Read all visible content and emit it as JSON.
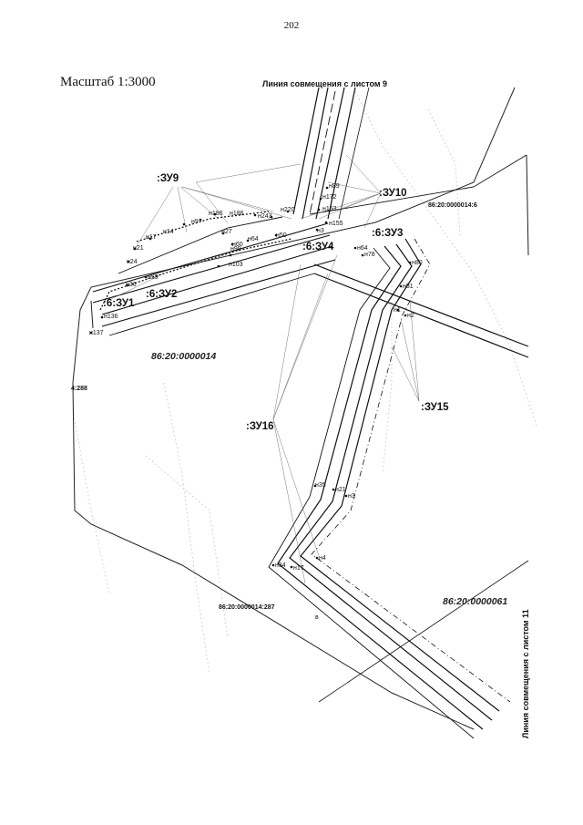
{
  "page_number": "202",
  "scale": "Масштаб 1:3000",
  "match_line_top": "Линия совмещения с листом 9",
  "match_line_right": "Линия совмещения с листом 11",
  "plot_labels": {
    "zu9": ":ЗУ9",
    "zu10": ":ЗУ10",
    "zu3": ":6:ЗУ3",
    "zu4": ":6:ЗУ4",
    "zu1": ":6:ЗУ1",
    "zu2": ":6:ЗУ2",
    "zu15": ":ЗУ15",
    "zu16": ":ЗУ16"
  },
  "quarters": {
    "q14": "86:20:0000014",
    "q61": "86:20:0000061"
  },
  "parcels": {
    "p6": "86:20:0000014:6",
    "p287": "86:20:0000014:287",
    "p288": "4:288",
    "small": "в"
  },
  "points": {
    "n89": "н89",
    "n172": "н172",
    "n153": "н153",
    "n155": "н155",
    "n3a": "н3",
    "n220": "н220",
    "n186": "н186",
    "n186b": "н186",
    "n243": "н243",
    "n14": "н14",
    "n9": "н9",
    "n17a": "н17",
    "n21a": "н21",
    "n24": "н24",
    "n27": "н27",
    "n60": "н60",
    "n64": "н64",
    "n99": "н99",
    "n50": "н50",
    "n103": "н103",
    "n59": "н59",
    "n36": "н36",
    "n136": "н136",
    "n137": "н137",
    "n64b": "н64",
    "n78": "н78",
    "n80": "н80",
    "n81": "н81",
    "n1": "н1",
    "n2": "н2",
    "n35": "н35",
    "n21": "н21",
    "n3": "н3",
    "n4": "н4",
    "n34": "н34",
    "n17": "н17"
  }
}
